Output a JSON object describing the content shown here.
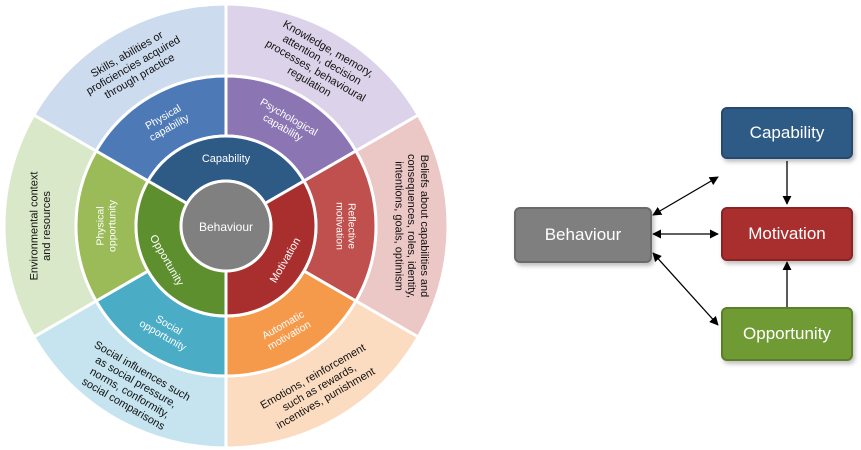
{
  "wheel": {
    "center": "Behaviour",
    "components": [
      {
        "label": "Capability",
        "color": "#2e5a86"
      },
      {
        "label": "Motivation",
        "color": "#a92f2e"
      },
      {
        "label": "Opportunity",
        "color": "#5e8f2e"
      }
    ],
    "subcomponents": [
      {
        "label": "Physical capability",
        "color": "#4d7ab7"
      },
      {
        "label": "Psychological capability",
        "color": "#8b76b3"
      },
      {
        "label": "Reflective motivation",
        "color": "#c0504d"
      },
      {
        "label": "Automatic motivation",
        "color": "#f59a4a"
      },
      {
        "label": "Social opportunity",
        "color": "#4bacc6"
      },
      {
        "label": "Physical opportunity",
        "color": "#9bbb59"
      }
    ],
    "descriptions": [
      {
        "text": "Skills, abilities or proficiencies acquired through practice",
        "color": "#cddbef"
      },
      {
        "text": "Knowledge, memory, attention, decision processes, behavioural regulation",
        "color": "#dcd3ea"
      },
      {
        "text": "Beliefs about capabilities and consequences, roles, identity, intentions, goals, optimism",
        "color": "#ebc8c6"
      },
      {
        "text": "Emotions, reinforcement such as rewards, incentives, punishment",
        "color": "#fcdcc0"
      },
      {
        "text": "Social influences such as social pressure, norms, conformity, social comparisons",
        "color": "#c6e4ef"
      },
      {
        "text": "Environmental context and resources",
        "color": "#d9e8c8"
      }
    ]
  },
  "flow": {
    "behaviour": {
      "label": "Behaviour",
      "color": "#7f7f7f"
    },
    "capability": {
      "label": "Capability",
      "color": "#2e5a86"
    },
    "motivation": {
      "label": "Motivation",
      "color": "#a92f2e"
    },
    "opportunity": {
      "label": "Opportunity",
      "color": "#6f9a34"
    }
  }
}
